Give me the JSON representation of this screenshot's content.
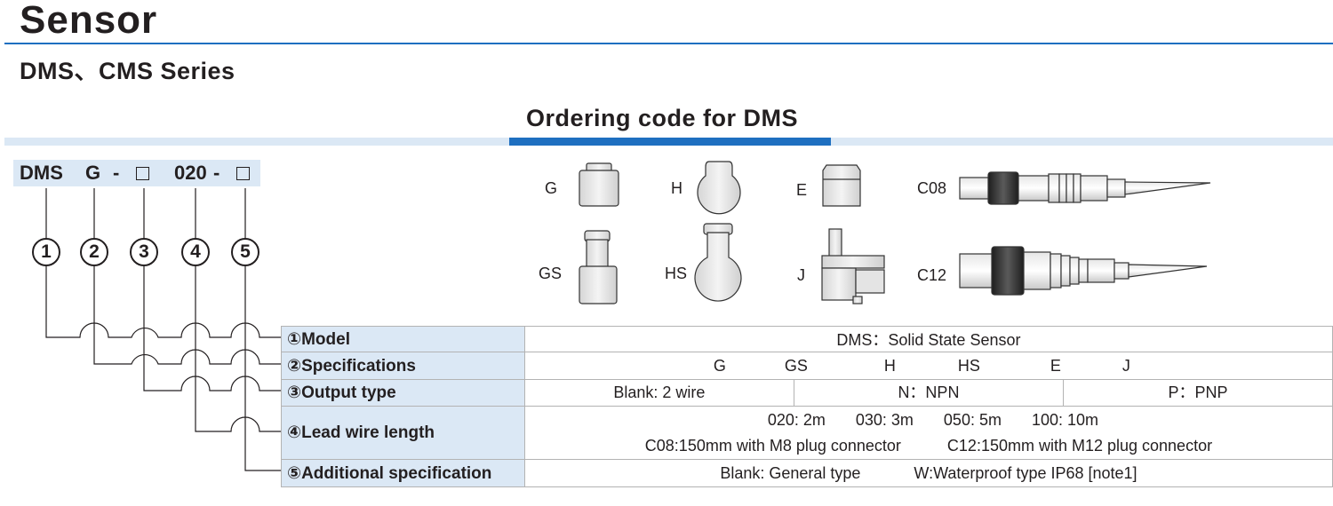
{
  "title": "Sensor",
  "subtitle": "DMS、CMS Series",
  "section_heading": "Ordering code for DMS",
  "code": {
    "prefix": "DMS",
    "spec": "G",
    "dash1": "-",
    "length": "020",
    "dash2": "-"
  },
  "circled_numbers": [
    "1",
    "2",
    "3",
    "4",
    "5"
  ],
  "part_labels": {
    "g": "G",
    "h": "H",
    "e": "E",
    "c08": "C08",
    "gs": "GS",
    "hs": "HS",
    "j": "J",
    "c12": "C12"
  },
  "table": {
    "rows": [
      {
        "label": "①Model",
        "value": "DMS：Solid State Sensor"
      },
      {
        "label": "②Specifications",
        "options": [
          "G",
          "GS",
          "H",
          "HS",
          "E",
          "J"
        ]
      },
      {
        "label": "③Output type",
        "cells": [
          "Blank: 2 wire",
          "N：NPN",
          "P：PNP"
        ]
      },
      {
        "label": "④Lead wire length",
        "lengths": [
          "020: 2m",
          "030: 3m",
          "050: 5m",
          "100: 10m"
        ],
        "connectors": [
          "C08:150mm with M8 plug connector",
          "C12:150mm with M12 plug connector"
        ]
      },
      {
        "label": "⑤Additional specification",
        "options": [
          "Blank: General type",
          "W:Waterproof type IP68 [note1]"
        ]
      }
    ]
  },
  "colors": {
    "accent": "#1e6fc0",
    "band": "#dbe8f5",
    "text": "#231f20",
    "grid": "#b3b3b3"
  }
}
